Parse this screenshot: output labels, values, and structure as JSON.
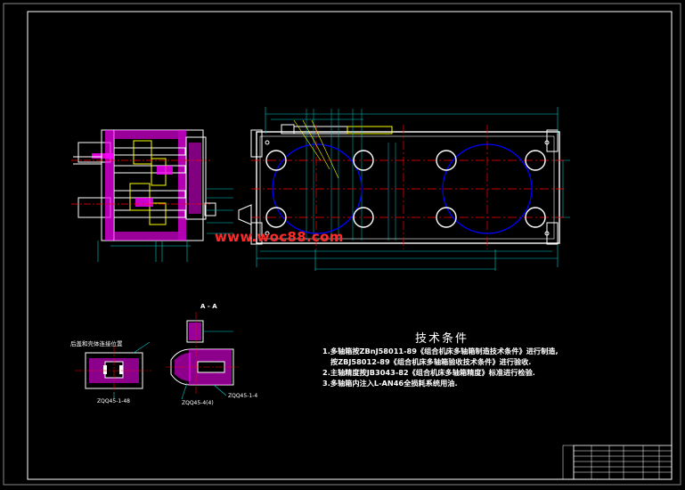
{
  "watermark": "www.woc88.com",
  "section_label": "A - A",
  "callouts": {
    "bottom_left_view": "后盖和壳体连接位置",
    "bottom_left_note": "ZQQ45-1-48",
    "bottom_middle_note": "ZQQ45-4(4)",
    "bottom_middle_note2": "ZQQ45-1-4"
  },
  "technical_requirements": {
    "title": "技术条件",
    "lines": [
      "1.多轴箱按ZBnJ58011-89《组合机床多轴箱制造技术条件》进行制造,",
      "按ZBJ58012-89《组合机床多轴箱验收技术条件》进行验收.",
      "2.主轴精度按JB3043-82《组合机床多轴箱精度》标准进行检验.",
      "3.多轴箱内注入L-AN46全损耗系统用油."
    ]
  },
  "title_block": {
    "cells": [
      "",
      "",
      "",
      "",
      "",
      ""
    ]
  },
  "colors": {
    "background": "#000000",
    "outline": "#ffffff",
    "center_line": "#ff0000",
    "dimension": "#00cccc",
    "spindle_circle": "#0000ff",
    "section_hatch": "#ff00ff",
    "gear": "#ffff00",
    "frame": "#ffffff"
  }
}
